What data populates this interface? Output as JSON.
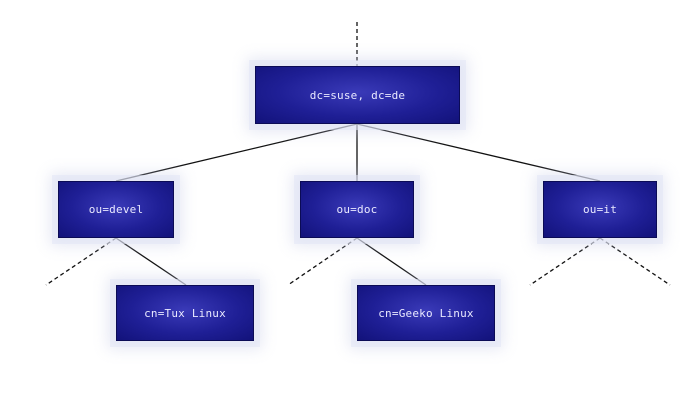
{
  "diagram": {
    "nodes": {
      "root": "dc=suse, dc=de",
      "devel": "ou=devel",
      "doc": "ou=doc",
      "it": "ou=it",
      "tux": "cn=Tux Linux",
      "geeko": "cn=Geeko Linux"
    },
    "edges": [
      {
        "from": "root",
        "to": "devel",
        "style": "solid"
      },
      {
        "from": "root",
        "to": "doc",
        "style": "solid"
      },
      {
        "from": "root",
        "to": "it",
        "style": "solid"
      },
      {
        "from": "devel",
        "to": "tux",
        "style": "solid"
      },
      {
        "from": "doc",
        "to": "geeko",
        "style": "solid"
      }
    ],
    "colors": {
      "node_fill": "#1f1f96",
      "node_text": "#e9e9ff",
      "line": "#111111"
    }
  }
}
